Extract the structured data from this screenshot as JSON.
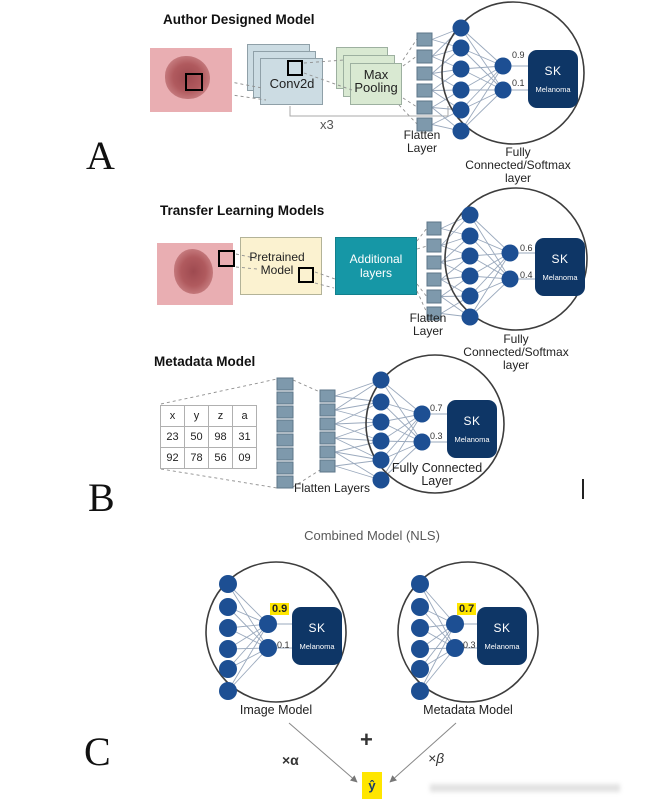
{
  "colors": {
    "node_blue": "#1d4f93",
    "sk_navy": "#0e3666",
    "teal": "#1697a6",
    "highlight_yellow": "#ffe600",
    "skin_pink": "#e9aeb2",
    "conv_blue": "#ccdce3",
    "pool_green": "#d9e9d2",
    "pretrained_cream": "#fbf2d0"
  },
  "panel_a": {
    "letter": "A",
    "title": "Author Designed Model",
    "conv_label": "Conv2d",
    "pool_line1": "Max",
    "pool_line2": "Pooling",
    "repeat_label": "x3",
    "flatten_line1": "Flatten",
    "flatten_line2": "Layer",
    "fc_line1": "Fully",
    "fc_line2": "Connected/Softmax",
    "fc_line3": "layer",
    "prob_top": "0.9",
    "prob_bottom": "0.1",
    "sk_label": "SK",
    "melanoma_label": "Melanoma"
  },
  "panel_b": {
    "letter": "B",
    "transfer": {
      "title": "Transfer Learning Models",
      "pretrained_line1": "Pretrained",
      "pretrained_line2": "Model",
      "additional_line1": "Additional",
      "additional_line2": "layers",
      "flatten_line1": "Flatten",
      "flatten_line2": "Layer",
      "fc_line1": "Fully",
      "fc_line2": "Connected/Softmax",
      "fc_line3": "layer",
      "prob_top": "0.6",
      "prob_bottom": "0.4",
      "sk_label": "SK",
      "melanoma_label": "Melanoma"
    },
    "metadata": {
      "title": "Metadata Model",
      "table": {
        "headers": [
          "x",
          "y",
          "z",
          "a"
        ],
        "rows": [
          [
            "23",
            "50",
            "98",
            "31"
          ],
          [
            "92",
            "78",
            "56",
            "09"
          ]
        ]
      },
      "flatten_label": "Flatten Layers",
      "fc_line1": "Fully Connected",
      "fc_line2": "Layer",
      "prob_top": "0.7",
      "prob_bottom": "0.3",
      "sk_label": "SK",
      "melanoma_label": "Melanoma"
    }
  },
  "panel_c": {
    "letter": "C",
    "title": "Combined Model (NLS)",
    "image_model": {
      "label": "Image Model",
      "prob_top": "0.9",
      "prob_bottom": "0.1",
      "sk_label": "SK",
      "melanoma_label": "Melanoma"
    },
    "metadata_model": {
      "label": "Metadata Model",
      "prob_top": "0.7",
      "prob_bottom": "0.3",
      "sk_label": "SK",
      "melanoma_label": "Melanoma"
    },
    "plus_sign": "+",
    "alpha_label": "×α",
    "beta_label": "×β",
    "yhat_label": "ŷ"
  }
}
